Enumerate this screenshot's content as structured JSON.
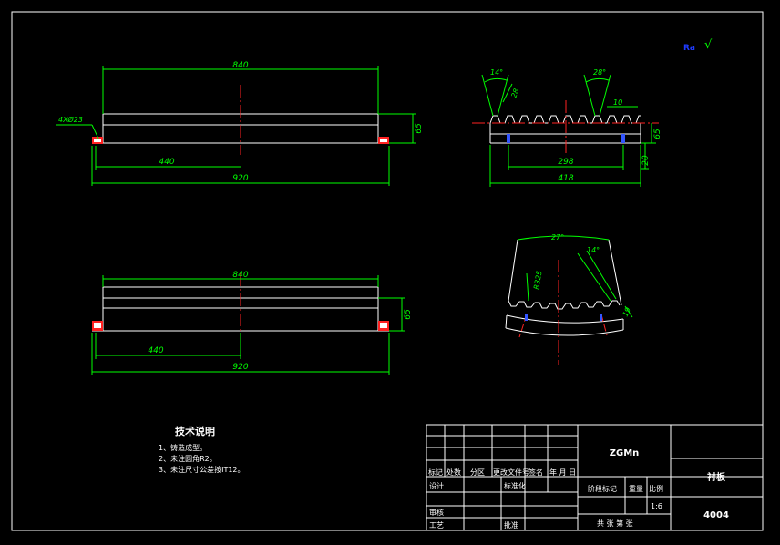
{
  "view1": {
    "dim_top": "840",
    "dim_left": "440",
    "dim_total": "920",
    "dim_right": "65",
    "hole_callout": "4XØ23"
  },
  "view2": {
    "dim_top": "840",
    "dim_left": "440",
    "dim_total": "920",
    "dim_right": "65"
  },
  "rack_view": {
    "angle_a": "14°",
    "dim_a": "28",
    "angle_b": "28°",
    "dim_b": "10",
    "dim_bottom": "298",
    "dim_total": "418",
    "dim_right_a": "65",
    "dim_right_b": "20"
  },
  "arc_view": {
    "angle_top": "27°",
    "angle_right": "14°",
    "dim_left": "R325",
    "dim_right": "19"
  },
  "roughness": {
    "symbol": "√",
    "text": "Ra"
  },
  "notes": {
    "title": "技术说明",
    "items": [
      "1、铸造成型。",
      "2、未注圆角R2。",
      "3、未注尺寸公差按IT12。"
    ]
  },
  "title_block": {
    "material": "ZGMn",
    "part_name": "衬板",
    "drawing_no": "4004",
    "scale": "1:6",
    "hdr_mark": "标记",
    "hdr_count": "处数",
    "hdr_zone": "分区",
    "hdr_doc": "更改文件号",
    "hdr_sign": "签名",
    "hdr_date": "年 月 日",
    "designer": "设计",
    "standard": "标准化",
    "stage_mark": "阶段标记",
    "weight": "重量",
    "ratio": "比例",
    "review": "审核",
    "process": "工艺",
    "approve": "批准",
    "sheets": "共 张  第 张"
  }
}
